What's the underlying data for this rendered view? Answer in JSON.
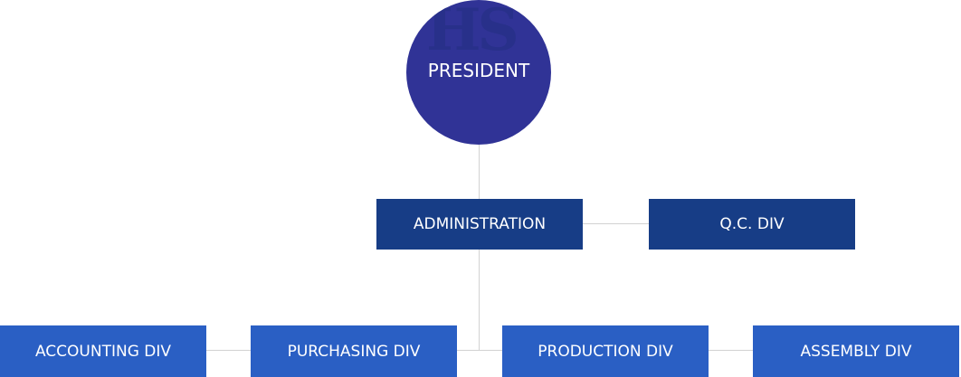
{
  "president": {
    "label": "PRESIDENT",
    "logo": "HS"
  },
  "administration": {
    "label": "ADMINISTRATION"
  },
  "qc": {
    "label": "Q.C. DIV"
  },
  "divisions": [
    {
      "label": "ACCOUNTING DIV"
    },
    {
      "label": "PURCHASING DIV"
    },
    {
      "label": "PRODUCTION DIV"
    },
    {
      "label": "ASSEMBLY DIV"
    }
  ],
  "colors": {
    "president": "#303396",
    "administration": "#173d86",
    "division": "#2a5fc4",
    "connector": "#d2d2d2"
  }
}
